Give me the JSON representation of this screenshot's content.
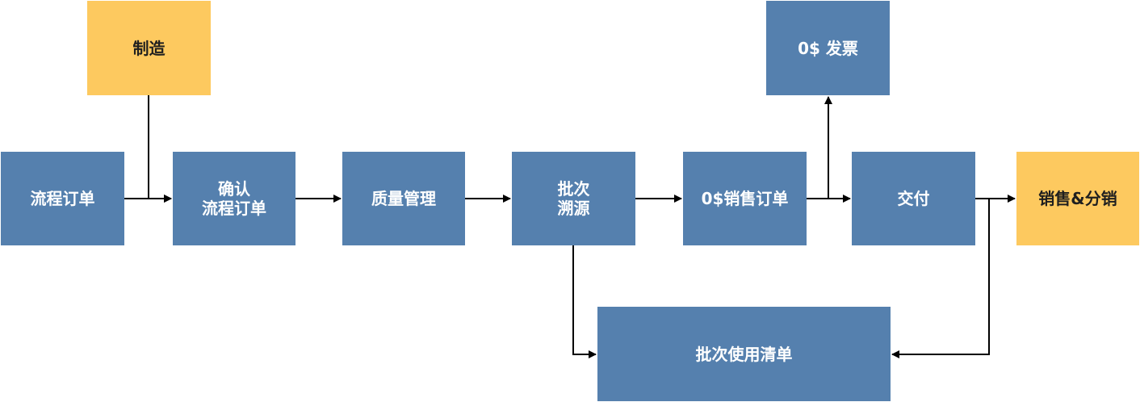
{
  "nodes": {
    "manufacture": "制造",
    "process_order": "流程订单",
    "confirm_process_order": "确认\n流程订单",
    "quality_management": "质量管理",
    "batch_traceability": "批次\n溯源",
    "zero_sales_order": "0$销售订单",
    "zero_invoice": "0$ 发票",
    "delivery": "交付",
    "sales_distribution": "销售&分销",
    "batch_usage_list": "批次使用清单"
  },
  "colors": {
    "process_box": "#5580ae",
    "external_box": "#fdc95f",
    "connector": "#000000",
    "text_on_blue": "#ffffff",
    "text_on_yellow": "#1f1f1f"
  }
}
